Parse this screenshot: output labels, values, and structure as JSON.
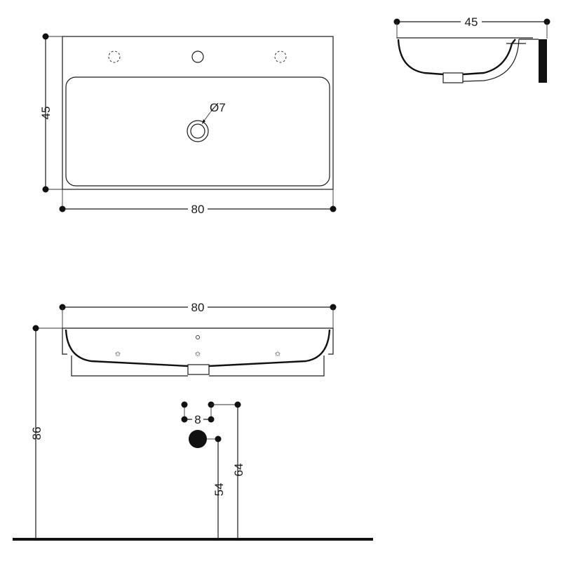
{
  "dimensions": {
    "top_view_height": "45",
    "top_view_width": "80",
    "drain_diameter": "Ø7",
    "side_view_depth": "45",
    "front_view_width": "80",
    "mount_height": "86",
    "waste_spacing": "8",
    "waste_height_low": "54",
    "waste_height_high": "64"
  },
  "colors": {
    "line": "#1a1a1a",
    "background": "#ffffff"
  }
}
